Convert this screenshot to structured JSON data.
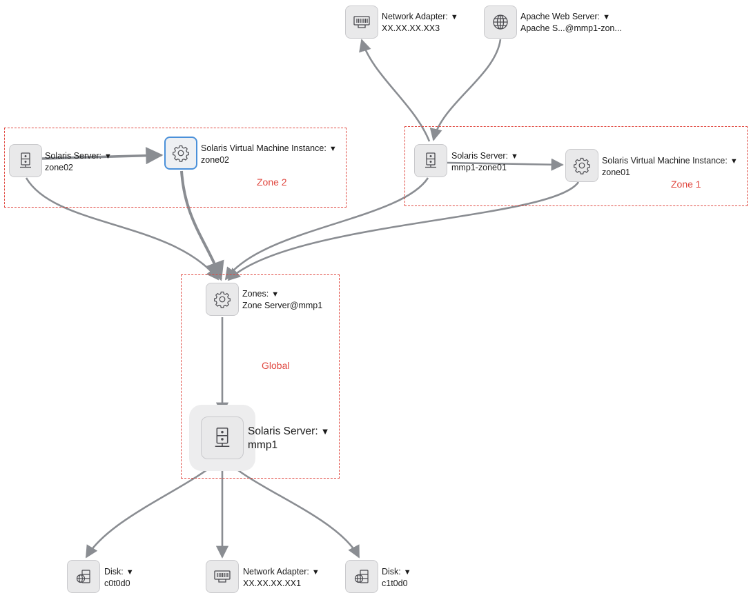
{
  "zones": [
    {
      "id": "zone2",
      "label": "Zone 2"
    },
    {
      "id": "zone1",
      "label": "Zone 1"
    },
    {
      "id": "global",
      "label": "Global"
    }
  ],
  "nodes": {
    "net_adapter_top": {
      "type": "Network Adapter:",
      "name": "XX.XX.XX.XX3",
      "icon": "network-adapter-icon"
    },
    "apache": {
      "type": "Apache Web Server:",
      "name": "Apache S...@mmp1-zon...",
      "icon": "globe-icon"
    },
    "solaris_zone02": {
      "type": "Solaris Server:",
      "name": "zone02",
      "icon": "server-icon"
    },
    "svm_zone02": {
      "type": "Solaris Virtual Machine Instance:",
      "name": "zone02",
      "icon": "gear-icon"
    },
    "solaris_zone01": {
      "type": "Solaris Server:",
      "name": "mmp1-zone01",
      "icon": "server-icon"
    },
    "svm_zone01": {
      "type": "Solaris Virtual Machine Instance:",
      "name": "zone01",
      "icon": "gear-icon"
    },
    "zones": {
      "type": "Zones:",
      "name": "Zone Server@mmp1",
      "icon": "gear-icon"
    },
    "solaris_mmp1": {
      "type": "Solaris Server:",
      "name": "mmp1",
      "icon": "server-icon"
    },
    "disk_c0": {
      "type": "Disk:",
      "name": "c0t0d0",
      "icon": "disk-icon"
    },
    "net_adapter_bottom": {
      "type": "Network Adapter:",
      "name": "XX.XX.XX.XX1",
      "icon": "network-adapter-icon"
    },
    "disk_c1": {
      "type": "Disk:",
      "name": "c1t0d0",
      "icon": "disk-icon"
    }
  },
  "dropdown_glyph": "▼",
  "colors": {
    "edge": "#8a8d92",
    "zone_border": "#e0473f",
    "node_bg": "#e9e9ea",
    "selected_border": "#4a90d9"
  }
}
